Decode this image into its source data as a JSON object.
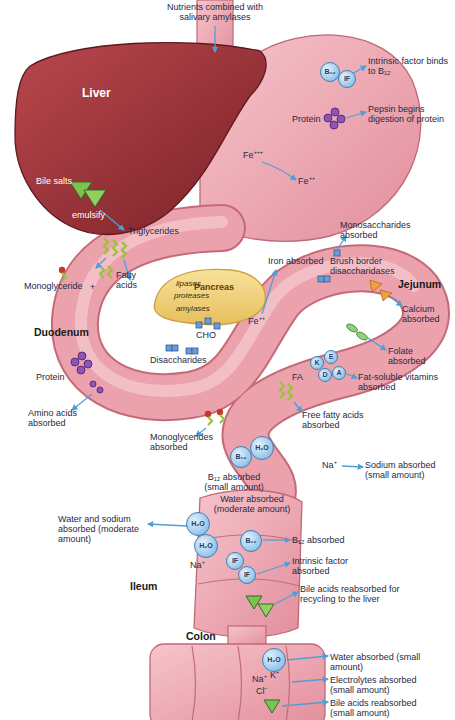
{
  "diagram": {
    "nodes": [
      {
        "text": [
          "Liver"
        ]
      },
      {
        "text": [
          "Pancreas"
        ]
      },
      {
        "text": [
          "B₁₂"
        ]
      },
      {
        "text": [
          "IF"
        ]
      },
      {
        "text": [
          "K"
        ]
      },
      {
        "text": [
          "E"
        ]
      },
      {
        "text": [
          "D"
        ]
      },
      {
        "text": [
          "A"
        ]
      },
      {
        "text": [
          "B₁₂"
        ]
      },
      {
        "text": [
          "H₂O"
        ]
      },
      {
        "text": [
          "H₂O"
        ]
      },
      {
        "text": [
          "H₂O"
        ]
      },
      {
        "text": [
          "B₁₂"
        ]
      },
      {
        "text": [
          "IF"
        ]
      },
      {
        "text": [
          "IF"
        ]
      },
      {
        "text": [
          "H₂O"
        ]
      }
    ],
    "labels": [
      "Nutrients combined with salivary amylases",
      "Intrinsic factor binds to B₁₂",
      "Protein",
      "Pepsin begins digestion of protein",
      "Fe⁺⁺⁺",
      "Fe⁺⁺",
      "Bile salts",
      "emulsify",
      "Triglycerides",
      "lipases",
      "proteases",
      "Monoglyceride",
      "+",
      "Fatty acids",
      "amylases",
      "CHO",
      "Disaccharides",
      "Duodenum",
      "Protein",
      "Amino acids absorbed",
      "Monosaccharides absorbed",
      "Iron absorbed",
      "Brush border disaccharidases",
      "Jejunum",
      "Calcium absorbed",
      "Fe⁺⁺",
      "Folate absorbed",
      "Fat-soluble vitamins absorbed",
      "FA",
      "Free fatty acids absorbed",
      "Monoglycerides absorbed",
      "B₁₂ absorbed (small amount)",
      "Water absorbed (moderate amount)",
      "Na⁺",
      "Sodium absorbed (small amount)",
      "Water and sodium absorbed (moderate amount)",
      "Na⁺",
      "B₁₂ absorbed",
      "Intrinsic factor absorbed",
      "Ileum",
      "Bile acids reabsorbed for recycling to the liver",
      "Colon",
      "Water absorbed (small amount)",
      "Na⁺",
      "K⁺",
      "Cl⁻",
      "Electrolytes absorbed (small amount)",
      "Bile acids reabsorbed (small amount)"
    ]
  }
}
